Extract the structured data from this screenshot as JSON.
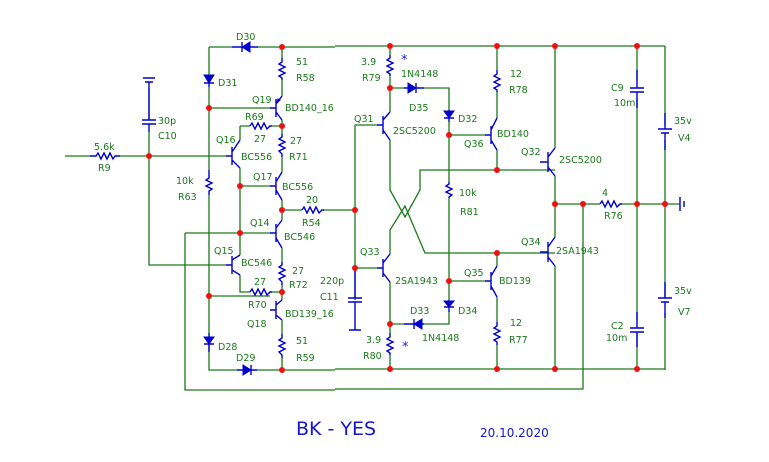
{
  "title": "BK - YES",
  "date": "20.10.2020",
  "components": {
    "R9": {
      "ref": "R9",
      "value": "5.6k"
    },
    "C10": {
      "ref": "C10",
      "value": "30p"
    },
    "R63": {
      "ref": "R63",
      "value": "10k"
    },
    "D30": {
      "ref": "D30"
    },
    "D31": {
      "ref": "D31"
    },
    "D28": {
      "ref": "D28"
    },
    "D29": {
      "ref": "D29"
    },
    "R58": {
      "ref": "R58",
      "value": "51"
    },
    "Q19": {
      "ref": "Q19",
      "value": "BD140_16"
    },
    "R69": {
      "ref": "R69",
      "value": "27"
    },
    "R71": {
      "ref": "R71",
      "value": "27"
    },
    "Q16": {
      "ref": "Q16",
      "value": "BC556"
    },
    "Q17": {
      "ref": "Q17",
      "value": "BC556"
    },
    "R54": {
      "ref": "R54",
      "value": "20"
    },
    "Q14": {
      "ref": "Q14",
      "value": "BC546"
    },
    "Q15": {
      "ref": "Q15",
      "value": "BC546"
    },
    "R72": {
      "ref": "R72",
      "value": "27"
    },
    "R70": {
      "ref": "R70",
      "value": "27"
    },
    "Q18": {
      "ref": "Q18",
      "value": "BD139_16"
    },
    "R59": {
      "ref": "R59",
      "value": "51"
    },
    "C11": {
      "ref": "C11",
      "value": "220p"
    },
    "R79": {
      "ref": "R79",
      "value": "3.9",
      "mark": "*"
    },
    "D35": {
      "ref": "D35",
      "value": "1N4148"
    },
    "D32": {
      "ref": "D32"
    },
    "Q31": {
      "ref": "Q31",
      "value": "2SC5200"
    },
    "R78": {
      "ref": "R78",
      "value": "12"
    },
    "Q36": {
      "ref": "Q36",
      "value": "BD140"
    },
    "R81": {
      "ref": "R81",
      "value": "10k"
    },
    "Q33": {
      "ref": "Q33",
      "value": "2SA1943"
    },
    "Q35": {
      "ref": "Q35",
      "value": "BD139"
    },
    "D34": {
      "ref": "D34"
    },
    "D33": {
      "ref": "D33",
      "value": "1N4148"
    },
    "R80": {
      "ref": "R80",
      "value": "3.9",
      "mark": "*"
    },
    "R77": {
      "ref": "R77",
      "value": "12"
    },
    "Q32": {
      "ref": "Q32",
      "value": "2SC5200"
    },
    "Q34": {
      "ref": "Q34",
      "value": "2SA1943"
    },
    "R76": {
      "ref": "R76",
      "value": "4"
    },
    "C9": {
      "ref": "C9",
      "value": "10m"
    },
    "C2": {
      "ref": "C2",
      "value": "10m"
    },
    "V4": {
      "ref": "V4",
      "value": "35v"
    },
    "V7": {
      "ref": "V7",
      "value": "35v"
    }
  },
  "colors": {
    "wire": "#1a7a1a",
    "component": "#0000cc",
    "node": "#ee1111",
    "title": "#1515cc"
  }
}
